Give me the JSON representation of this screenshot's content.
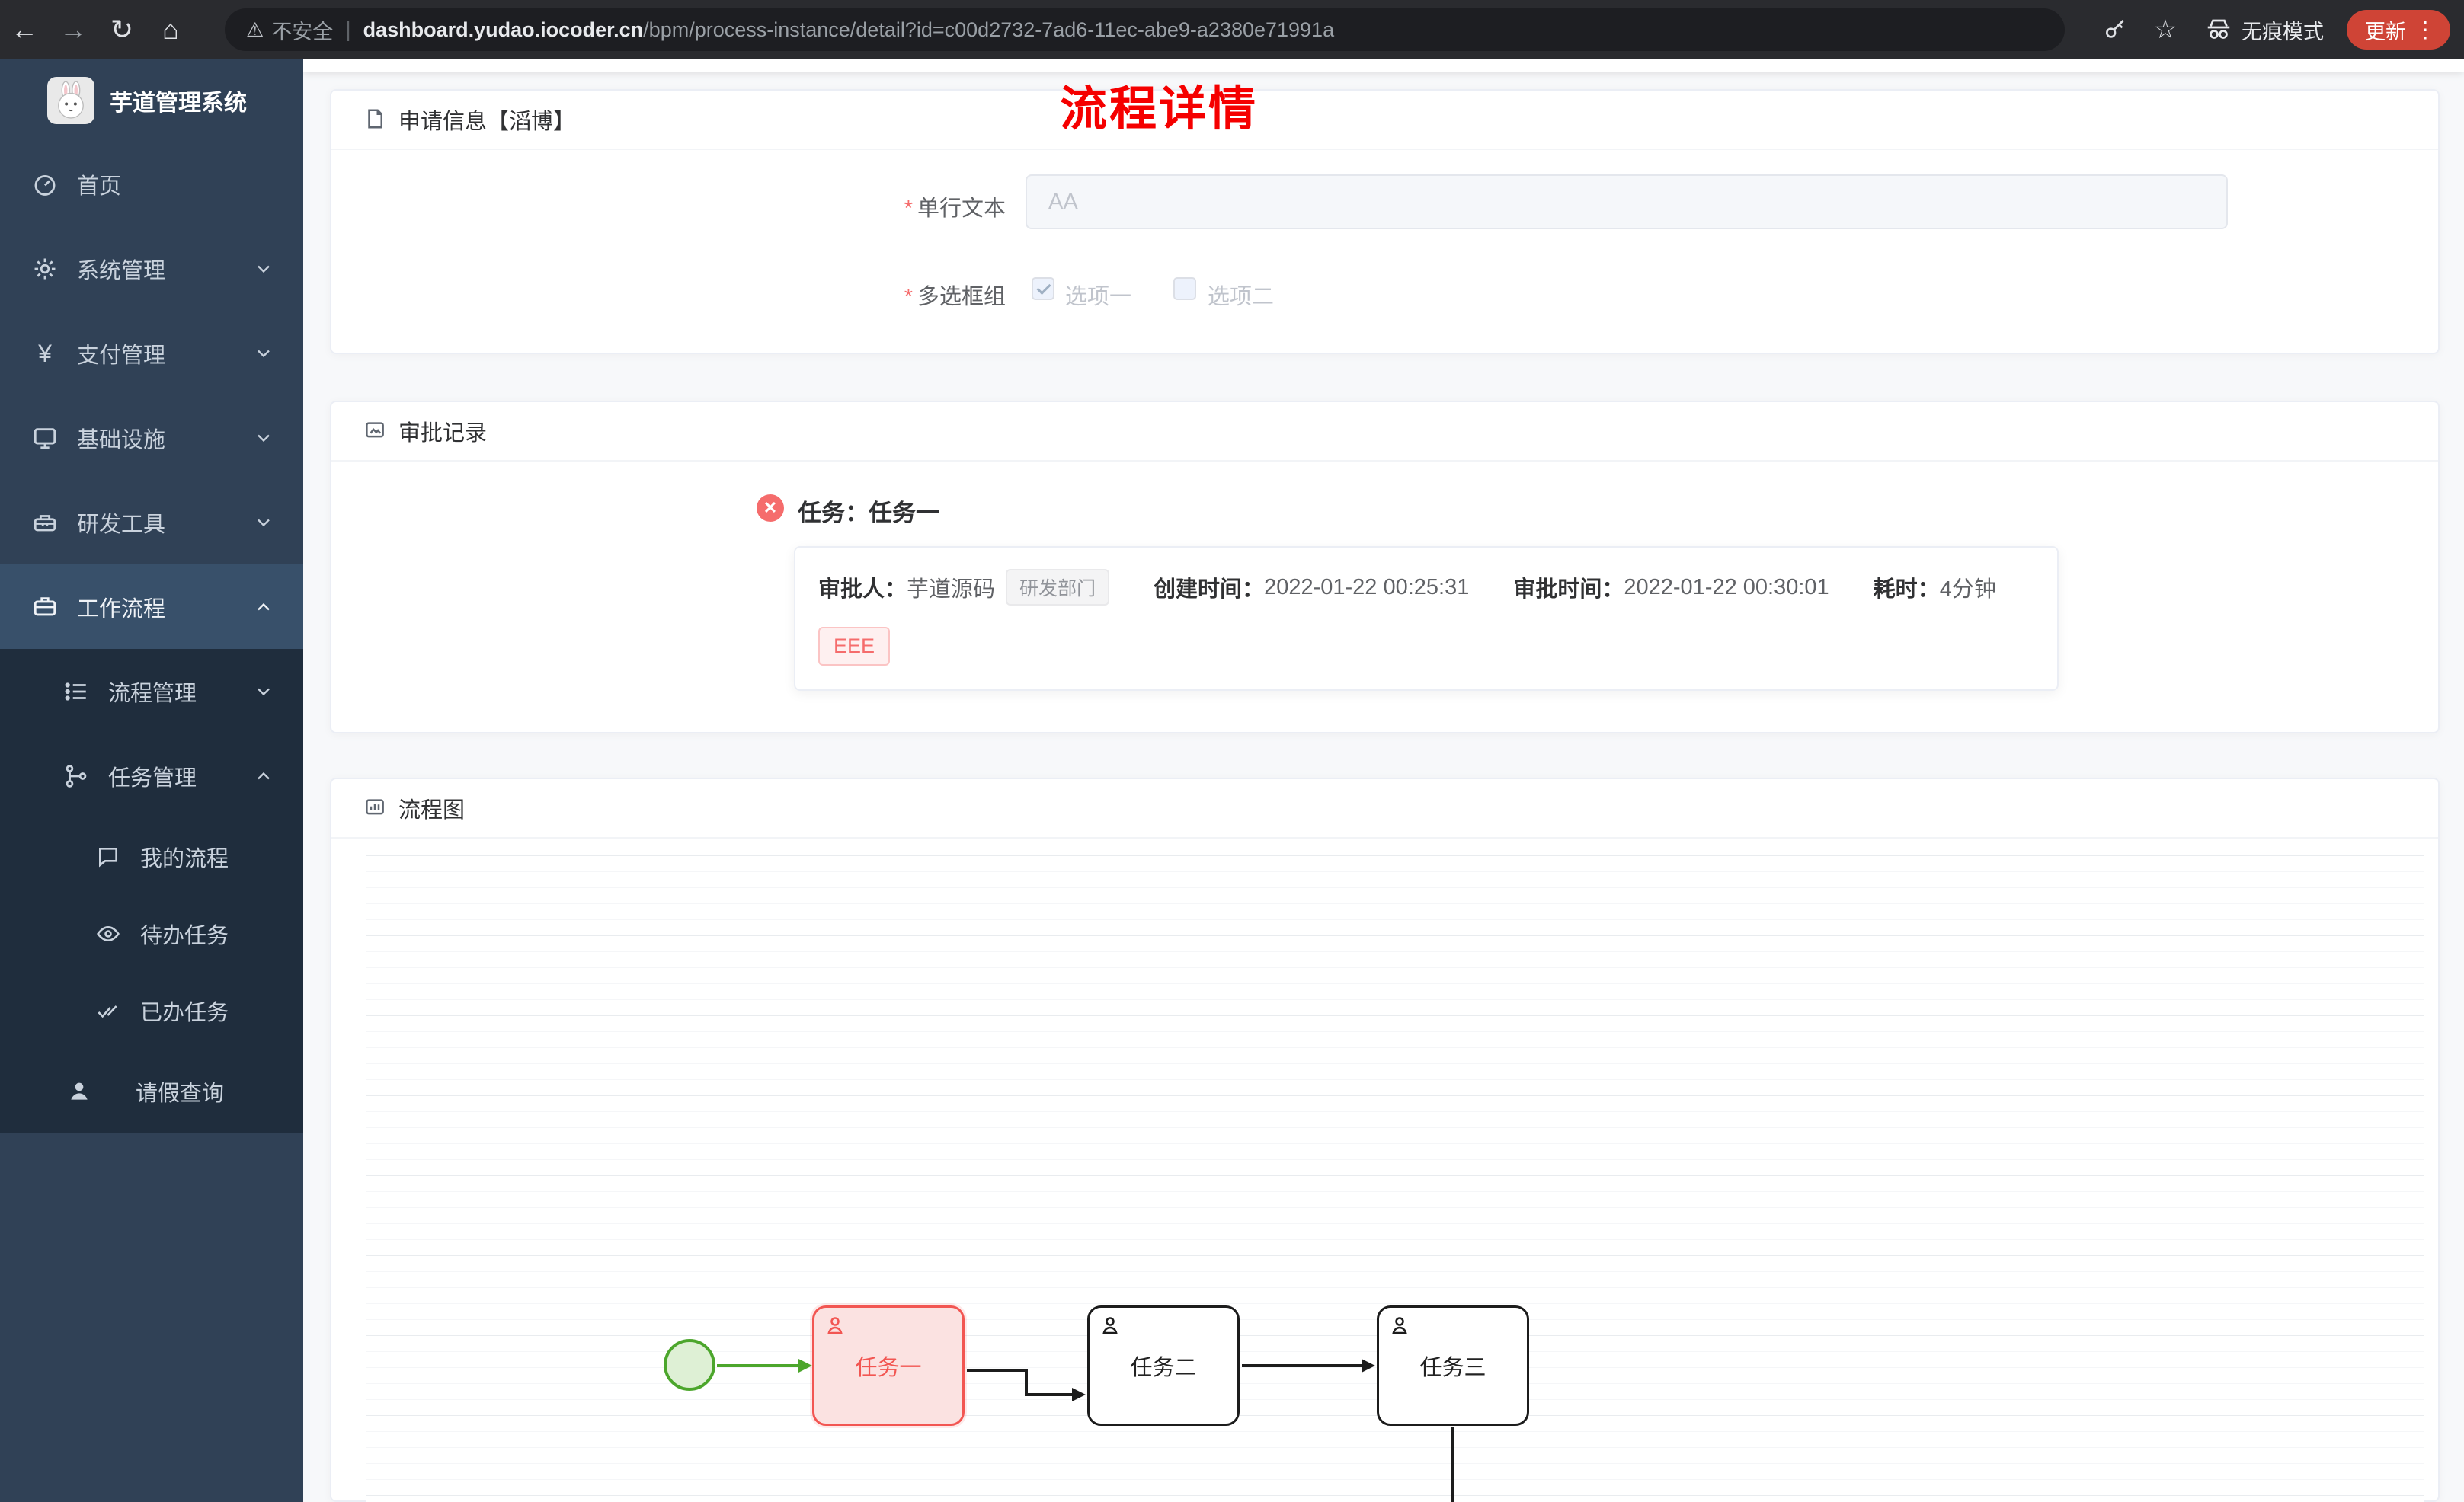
{
  "icons": {
    "back": "←",
    "forward": "→",
    "refresh": "↻",
    "home": "⌂",
    "warning": "⚠",
    "divider": "|",
    "star": "☆",
    "kebab": "⋮",
    "close": "✕"
  },
  "browser": {
    "security_label": "不安全",
    "url_domain": "dashboard.yudao.iocoder.cn",
    "url_path": "/bpm/process-instance/detail?id=c00d2732-7ad6-11ec-abe9-a2380e71991a",
    "incognito_label": "无痕模式",
    "update_label": "更新"
  },
  "sidebar": {
    "logo_title": "芋道管理系统",
    "items": [
      {
        "label": "首页"
      },
      {
        "label": "系统管理"
      },
      {
        "label": "支付管理"
      },
      {
        "label": "基础设施"
      },
      {
        "label": "研发工具"
      },
      {
        "label": "工作流程"
      },
      {
        "label": "流程管理"
      },
      {
        "label": "任务管理"
      },
      {
        "label": "我的流程"
      },
      {
        "label": "待办任务"
      },
      {
        "label": "已办任务"
      },
      {
        "label": "请假查询"
      }
    ]
  },
  "page": {
    "title": "流程详情",
    "title_color": "#f50000"
  },
  "apply_card": {
    "title": "申请信息【滔博】",
    "required_mark": "*",
    "fields": [
      {
        "label": "单行文本",
        "value": "AA"
      },
      {
        "label": "多选框组",
        "options": [
          {
            "label": "选项一",
            "checked": true
          },
          {
            "label": "选项二",
            "checked": false
          }
        ]
      }
    ]
  },
  "approval_card": {
    "title": "审批记录",
    "task_label": "任务：任务一",
    "record": {
      "approver_label": "审批人：",
      "approver": "芋道源码",
      "dept_tag": "研发部门",
      "create_label": "创建时间：",
      "create_time": "2022-01-22 00:25:31",
      "approve_label": "审批时间：",
      "approve_time": "2022-01-22 00:30:01",
      "duration_label": "耗时：",
      "duration": "4分钟",
      "reason_tag": "EEE"
    }
  },
  "diagram_card": {
    "title": "流程图",
    "highlight_color": "#f25652",
    "start_color": "#4ca62c",
    "nodes": [
      {
        "label": "任务一",
        "state": "active"
      },
      {
        "label": "任务二",
        "state": "normal"
      },
      {
        "label": "任务三",
        "state": "normal"
      }
    ]
  }
}
